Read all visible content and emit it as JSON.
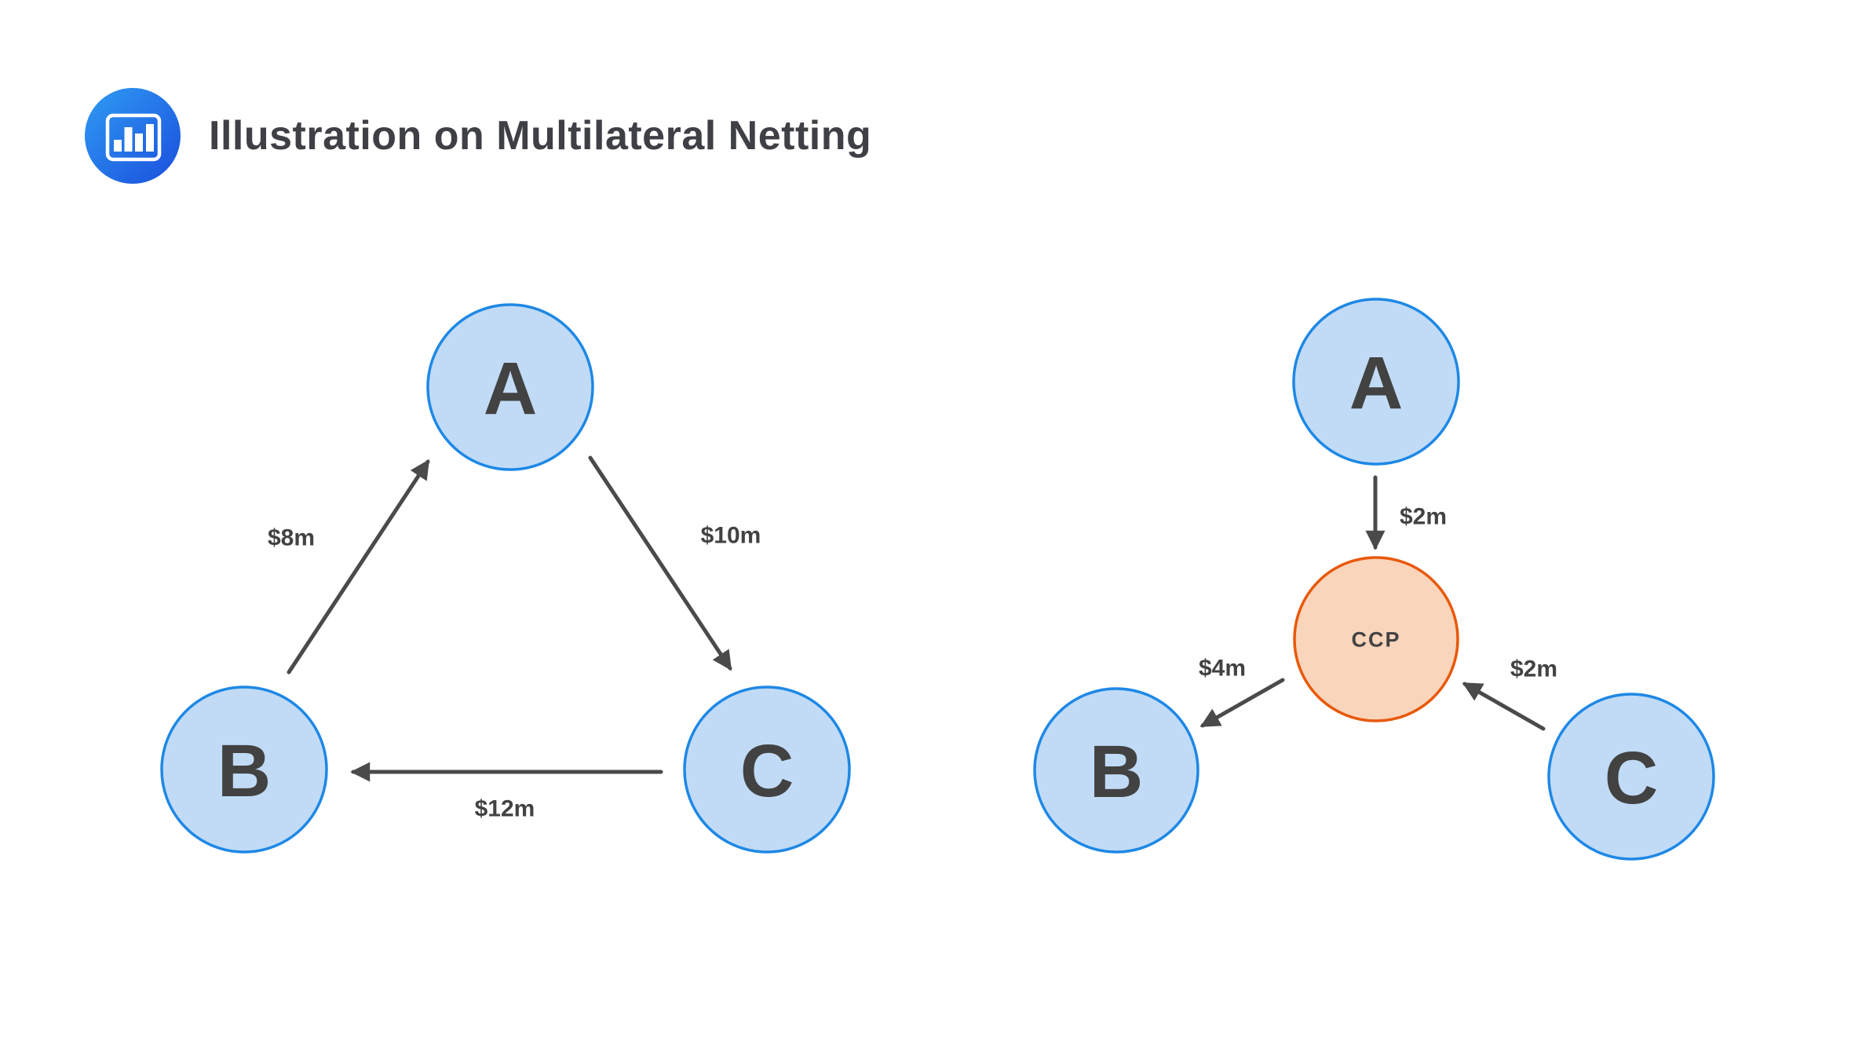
{
  "header": {
    "title": "Illustration on Multilateral Netting"
  },
  "colors": {
    "participant_node_fill": "#C1DBF6",
    "participant_node_border": "#1E88E5",
    "ccp_node_fill": "#F9D5BB",
    "ccp_node_border": "#E8590C",
    "arrow": "#4A4A4A",
    "label_text": "#424242",
    "title_text": "#3E4045",
    "logo_gradient_start": "#2F9CF4",
    "logo_gradient_end": "#1A4EDC"
  },
  "bilateral_diagram": {
    "nodes": [
      {
        "id": "A",
        "label": "A"
      },
      {
        "id": "B",
        "label": "B"
      },
      {
        "id": "C",
        "label": "C"
      }
    ],
    "edges": [
      {
        "from": "B",
        "to": "A",
        "label": "$8m"
      },
      {
        "from": "A",
        "to": "C",
        "label": "$10m"
      },
      {
        "from": "C",
        "to": "B",
        "label": "$12m"
      }
    ]
  },
  "multilateral_diagram": {
    "nodes": [
      {
        "id": "A",
        "label": "A"
      },
      {
        "id": "B",
        "label": "B"
      },
      {
        "id": "C",
        "label": "C"
      },
      {
        "id": "CCP",
        "label": "CCP"
      }
    ],
    "edges": [
      {
        "from": "A",
        "to": "CCP",
        "label": "$2m"
      },
      {
        "from": "CCP",
        "to": "B",
        "label": "$4m"
      },
      {
        "from": "C",
        "to": "CCP",
        "label": "$2m"
      }
    ]
  }
}
